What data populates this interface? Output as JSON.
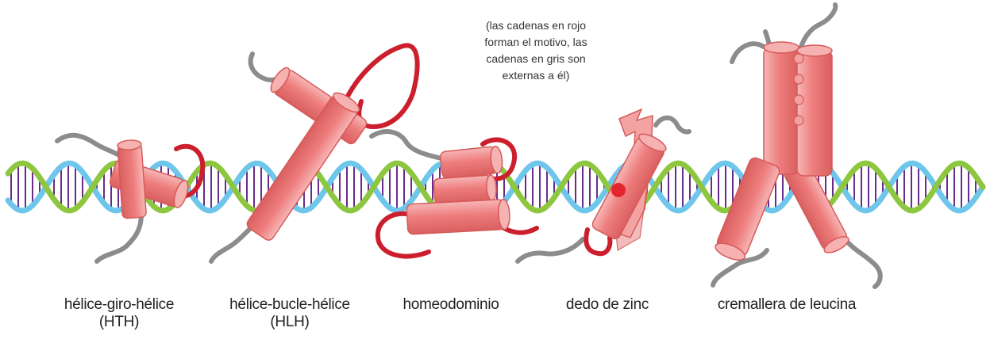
{
  "note": {
    "lines": [
      "(las cadenas en rojo",
      "forman el motivo, las",
      "cadenas en gris son",
      "externas a él)"
    ]
  },
  "motifs": [
    {
      "id": "hth",
      "label_line1": "hélice-giro-hélice",
      "label_line2": "(HTH)"
    },
    {
      "id": "hlh",
      "label_line1": "hélice-bucle-hélice",
      "label_line2": "(HLH)"
    },
    {
      "id": "homeo",
      "label_line1": "homeodominio",
      "label_line2": ""
    },
    {
      "id": "zinc",
      "label_line1": "dedo de zinc",
      "label_line2": ""
    },
    {
      "id": "leucina",
      "label_line1": "cremallera de leucina",
      "label_line2": ""
    }
  ],
  "colors": {
    "dna_green": "#8dc63f",
    "dna_blue": "#6ec6ea",
    "base_pair": "#6a2c8a",
    "helix_fill": "#ef7f7f",
    "helix_light": "#f6b1b1",
    "helix_dark": "#d65a5a",
    "motif_chain": "#cc1f2e",
    "external_chain": "#8c8c8c",
    "zinc_ion": "#e3262c"
  }
}
